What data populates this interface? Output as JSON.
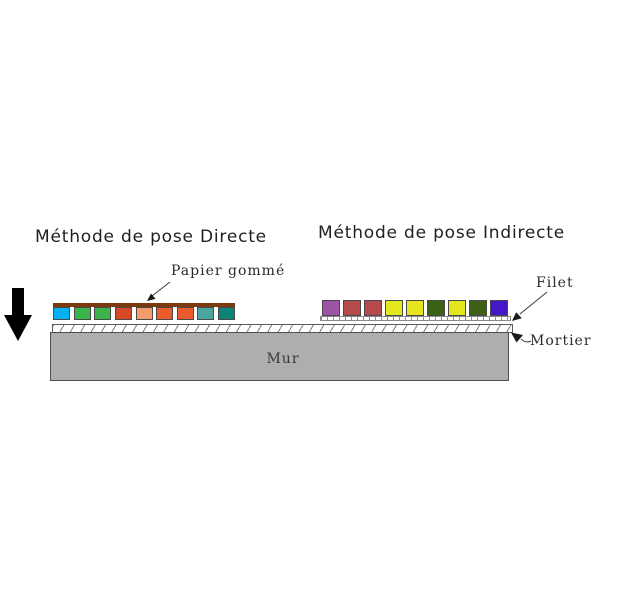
{
  "diagram": {
    "title_direct": "Méthode de pose Directe",
    "title_indirect": "Méthode de pose Indirecte",
    "label_papier_gomme": "Papier gommé",
    "label_filet": "Filet",
    "label_mortier": "Mortier",
    "label_mur": "Mur",
    "colors": {
      "press_arrow": "#000000",
      "pointer_line": "#3a3a3a",
      "gummed_paper": "#7a3a0e",
      "wall_fill": "#aeaeae",
      "wall_border": "#4f4f4f",
      "direct_tiles": [
        "#00b0f0",
        "#3cb44c",
        "#3cb44c",
        "#d44a28",
        "#f49c6c",
        "#ea5c2c",
        "#ea5c2c",
        "#4ca4a0",
        "#0c8478"
      ],
      "indirect_tiles": [
        "#9c55a4",
        "#b44a4c",
        "#b44a4c",
        "#e6e61e",
        "#e6e61e",
        "#3c6014",
        "#e6e61e",
        "#3c6014",
        "#4418c8"
      ]
    }
  }
}
